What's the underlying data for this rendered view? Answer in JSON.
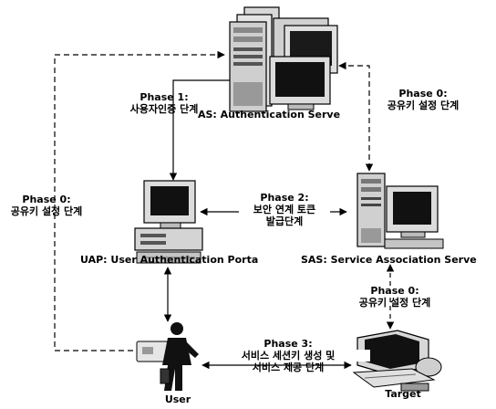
{
  "nodes": {
    "as": "AS: Authentication Serve",
    "uap": "UAP: User Authentication Porta",
    "sas": "SAS: Service Association Serve",
    "user": "User",
    "target": "Target"
  },
  "phases": {
    "p1_title": "Phase 1:",
    "p1_desc": "사용자인증 단계",
    "p0_as_sas_title": "Phase 0:",
    "p0_as_sas_desc": "공유키 설정 단계",
    "p0_left_title": "Phase 0:",
    "p0_left_desc": "공유키 설정 단계",
    "p2_title": "Phase 2:",
    "p2_desc1": "보안 연계 토큰",
    "p2_desc2": "발급단계",
    "p0_sas_target_title": "Phase 0:",
    "p0_sas_target_desc": "공유키 설정 단계",
    "p3_title": "Phase 3:",
    "p3_desc1": "서비스 세션키 생성 및",
    "p3_desc2": "서비스 제공 단계"
  }
}
